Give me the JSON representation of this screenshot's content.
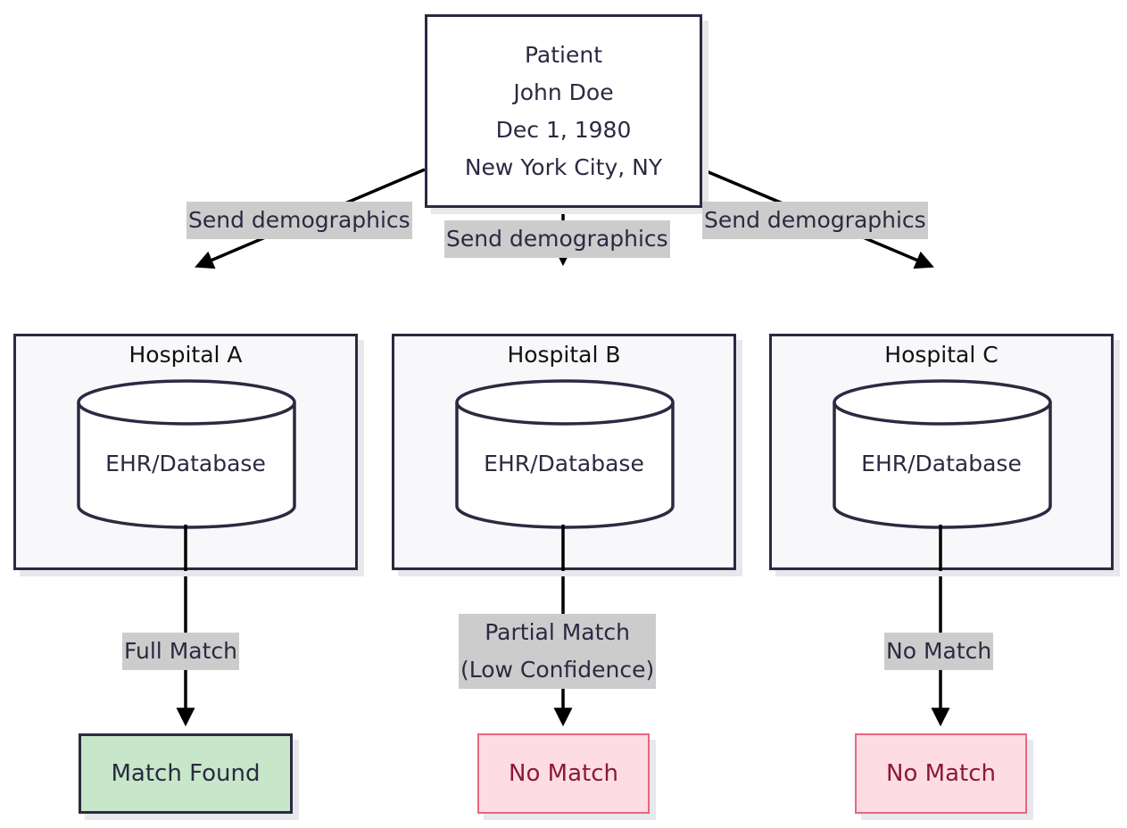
{
  "patient": {
    "lines": [
      "Patient",
      "John Doe",
      "Dec 1, 1980",
      "New York City, NY"
    ]
  },
  "edges": {
    "send_a": "Send demographics",
    "send_b": "Send demographics",
    "send_c": "Send demographics",
    "result_a": "Full Match",
    "result_b_line1": "Partial Match",
    "result_b_line2": "(Low Confidence)",
    "result_c": "No Match"
  },
  "hospitals": [
    {
      "title": "Hospital A",
      "db_label": "EHR/Database"
    },
    {
      "title": "Hospital B",
      "db_label": "EHR/Database"
    },
    {
      "title": "Hospital C",
      "db_label": "EHR/Database"
    }
  ],
  "results": [
    {
      "label": "Match Found",
      "status": "match"
    },
    {
      "label": "No Match",
      "status": "no-match"
    },
    {
      "label": "No Match",
      "status": "no-match"
    }
  ],
  "colors": {
    "match_fill": "#c8e6c9",
    "no_match_fill": "#fddde3",
    "no_match_border": "#e8667e",
    "no_match_text": "#8b1a32",
    "edge_label_bg": "#cccccc",
    "node_border": "#2a2a42"
  }
}
